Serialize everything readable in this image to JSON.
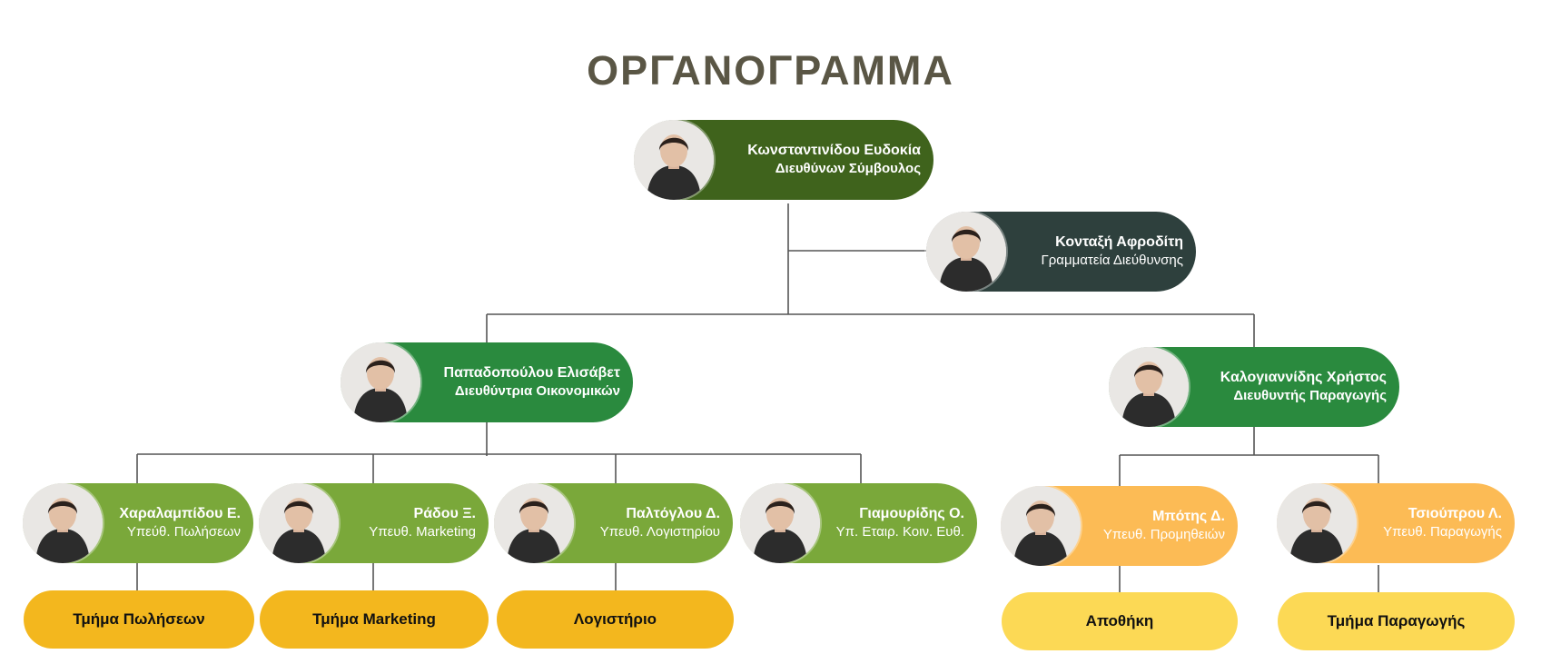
{
  "title": "ΟΡΓΑΝΟΓΡΑΜΜΑ",
  "colors": {
    "ceo": "#3f631c",
    "secretary": "#2e403d",
    "director": "#2a8a3e",
    "manager": "#7aa83a",
    "procurement": "#fcbb55",
    "department_amber": "#f3b71e",
    "department_yellow": "#fcd955",
    "title": "#5a5645",
    "connector": "#555555"
  },
  "ceo": {
    "name": "Κωνσταντινίδου Ευδοκία",
    "role": "Διευθύνων  Σύμβουλος",
    "photo": "avatar-icon"
  },
  "secretary": {
    "name": "Κονταξή Αφροδίτη",
    "role": "Γραμματεία Διεύθυνσης",
    "photo": "avatar-icon"
  },
  "directors": [
    {
      "name": "Παπαδοπούλου Ελισάβετ",
      "role": "Διευθύντρια Οικονομικών",
      "photo": "avatar-icon"
    },
    {
      "name": "Καλογιαννίδης Χρήστος",
      "role": "Διευθυντής Παραγωγής",
      "photo": "avatar-icon"
    }
  ],
  "managers": [
    {
      "name": "Χαραλαμπίδου Ε.",
      "role": "Υπεύθ. Πωλήσεων",
      "photo": "avatar-icon"
    },
    {
      "name": "Ράδου Ξ.",
      "role": "Υπευθ. Marketing",
      "photo": "avatar-icon"
    },
    {
      "name": "Παλτόγλου Δ.",
      "role": "Υπευθ. Λογιστηρίου",
      "photo": "avatar-icon"
    },
    {
      "name": "Γιαμουρίδης Ο.",
      "role": "Υπ. Εταιρ. Κοιν. Ευθ.",
      "photo": "avatar-icon"
    },
    {
      "name": "Μπότης Δ.",
      "role": "Υπευθ. Προμηθειών",
      "photo": "avatar-icon"
    },
    {
      "name": "Τσιούπρου Λ.",
      "role": "Υπευθ. Παραγωγής",
      "photo": "avatar-icon"
    }
  ],
  "departments": [
    {
      "label": "Τμήμα Πωλήσεων"
    },
    {
      "label": "Τμήμα Marketing"
    },
    {
      "label": "Λογιστήριο"
    },
    {
      "label": "Αποθήκη"
    },
    {
      "label": "Τμήμα Παραγωγής"
    }
  ]
}
